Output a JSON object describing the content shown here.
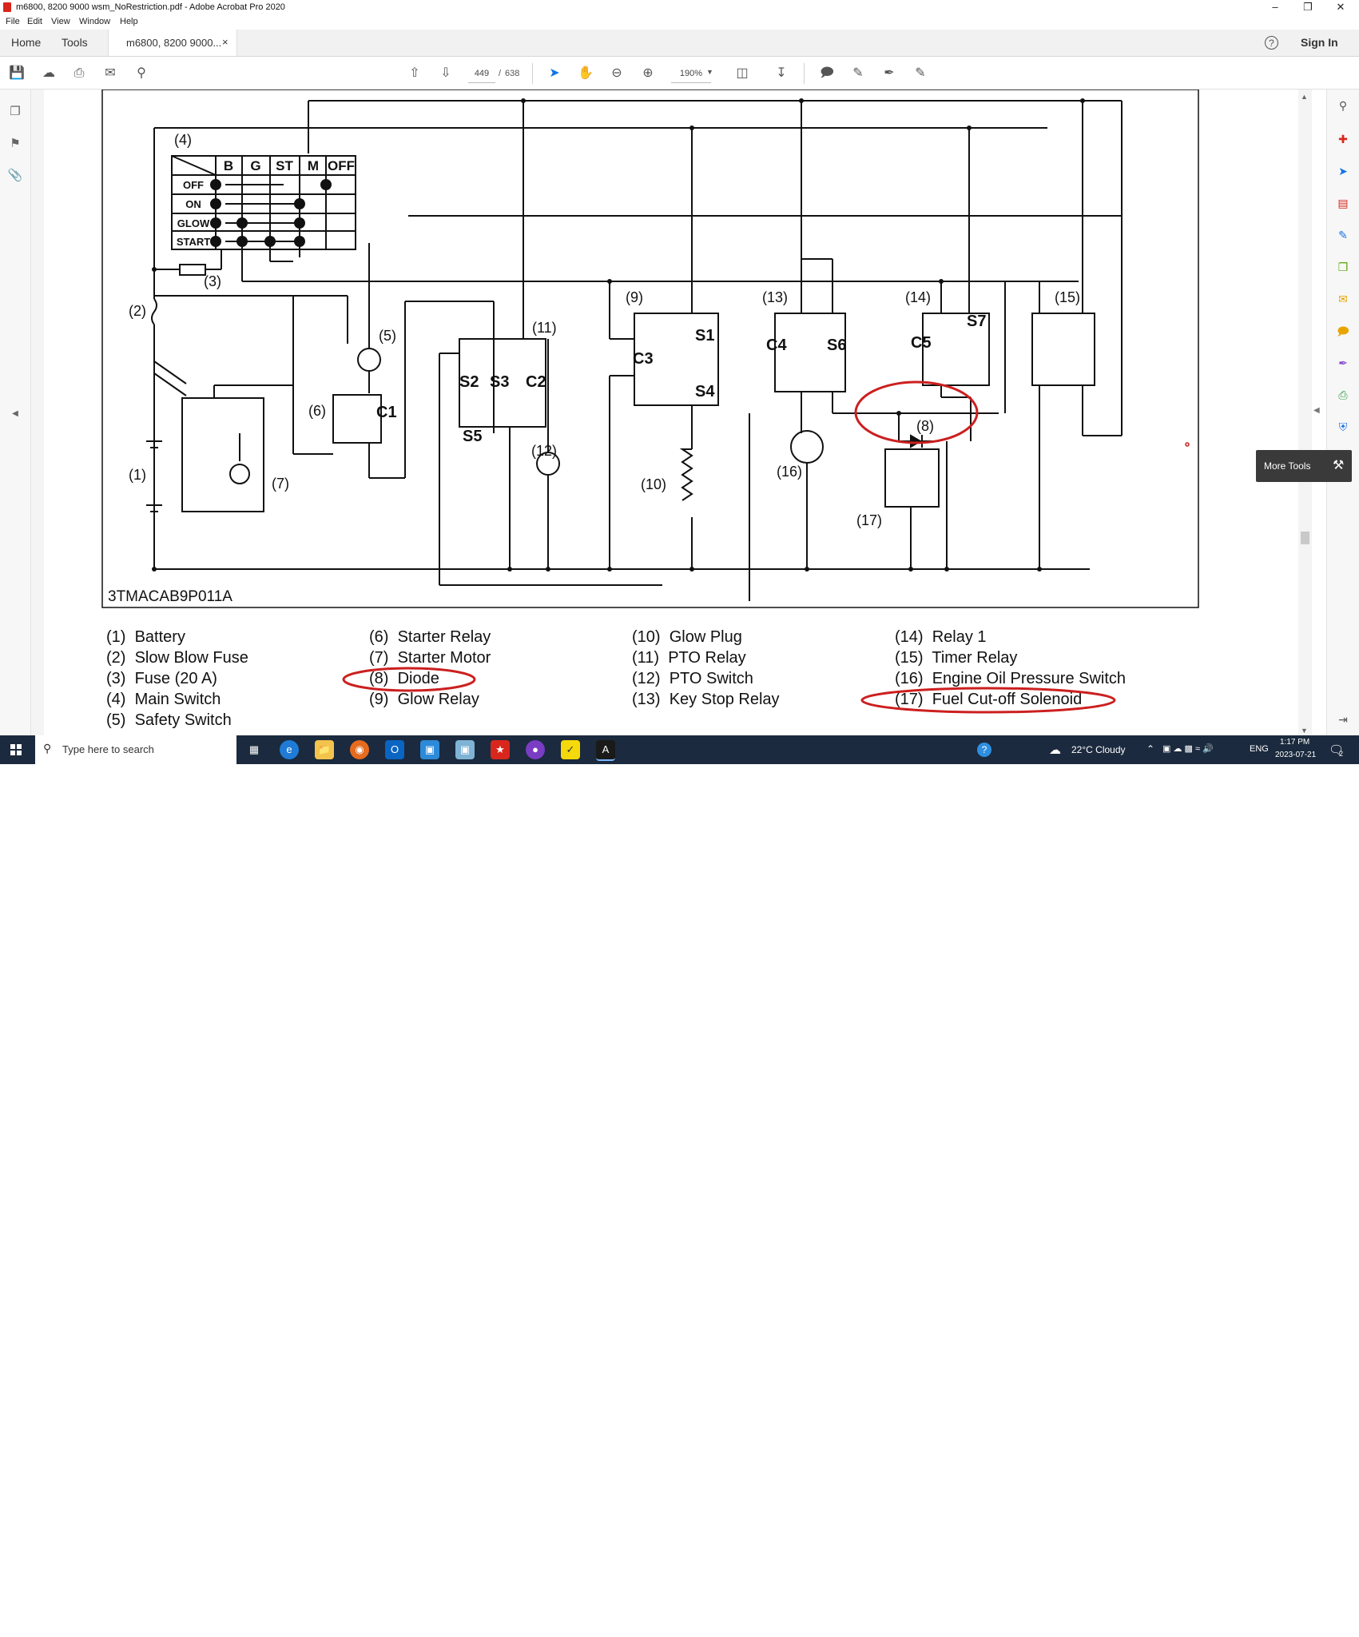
{
  "window": {
    "title": "m6800, 8200 9000 wsm_NoRestriction.pdf - Adobe Acrobat Pro 2020",
    "minimize": "–",
    "maximize": "❐",
    "close": "✕"
  },
  "menu": [
    "File",
    "Edit",
    "View",
    "Window",
    "Help"
  ],
  "tabs": {
    "home": "Home",
    "tools": "Tools",
    "document": "m6800, 8200 9000...",
    "close": "×",
    "help": "?",
    "sign_in": "Sign In"
  },
  "toolbar": {
    "page_current": "449",
    "page_sep": "/",
    "page_total": "638",
    "zoom": "190%"
  },
  "diagram": {
    "code": "3TMACAB9P011A",
    "switch_table": {
      "columns": [
        "B",
        "G",
        "ST",
        "M",
        "OFF"
      ],
      "rows": [
        "OFF",
        "ON",
        "GLOW",
        "START"
      ]
    },
    "labels": {
      "l1": "(1)",
      "l2": "(2)",
      "l3": "(3)",
      "l4": "(4)",
      "l5": "(5)",
      "l6": "(6)",
      "l7": "(7)",
      "l8": "(8)",
      "l9": "(9)",
      "l10": "(10)",
      "l11": "(11)",
      "l12": "(12)",
      "l13": "(13)",
      "l14": "(14)",
      "l15": "(15)",
      "l16": "(16)",
      "l17": "(17)",
      "c1": "C1",
      "c2": "C2",
      "c3": "C3",
      "c4": "C4",
      "c5": "C5",
      "s1": "S1",
      "s2": "S2",
      "s3": "S3",
      "s4": "S4",
      "s5": "S5",
      "s6": "S6",
      "s7": "S7"
    }
  },
  "legend": [
    {
      "num": "(1)",
      "name": "Battery"
    },
    {
      "num": "(2)",
      "name": "Slow Blow Fuse"
    },
    {
      "num": "(3)",
      "name": "Fuse (20 A)"
    },
    {
      "num": "(4)",
      "name": "Main Switch"
    },
    {
      "num": "(5)",
      "name": "Safety Switch"
    },
    {
      "num": "(6)",
      "name": "Starter Relay"
    },
    {
      "num": "(7)",
      "name": "Starter Motor"
    },
    {
      "num": "(8)",
      "name": "Diode"
    },
    {
      "num": "(9)",
      "name": "Glow Relay"
    },
    {
      "num": "(10)",
      "name": "Glow Plug"
    },
    {
      "num": "(11)",
      "name": "PTO Relay"
    },
    {
      "num": "(12)",
      "name": "PTO Switch"
    },
    {
      "num": "(13)",
      "name": "Key Stop Relay"
    },
    {
      "num": "(14)",
      "name": "Relay 1"
    },
    {
      "num": "(15)",
      "name": "Timer Relay"
    },
    {
      "num": "(16)",
      "name": "Engine Oil Pressure Switch"
    },
    {
      "num": "(17)",
      "name": "Fuel Cut-off Solenoid"
    }
  ],
  "right_pane": {
    "more_tools": "More Tools"
  },
  "taskbar": {
    "search_placeholder": "Type here to search",
    "weather": "22°C  Cloudy",
    "lang": "ENG",
    "time": "1:17 PM",
    "date": "2023-07-21",
    "notif_count": "2"
  },
  "colors": {
    "annotation": "#cc1f1f",
    "taskbar": "#1b2a3e",
    "acrobat_red": "#d9261c"
  }
}
